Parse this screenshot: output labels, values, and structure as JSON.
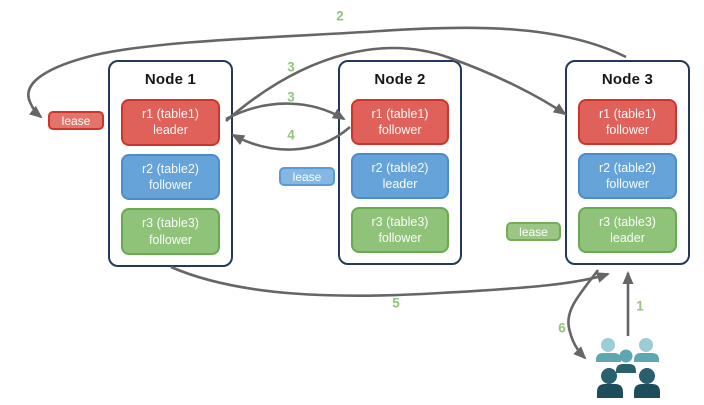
{
  "nodes": [
    {
      "title": "Node 1",
      "replicas": [
        {
          "name": "r1 (table1)",
          "role": "leader",
          "color": "red"
        },
        {
          "name": "r2 (table2)",
          "role": "follower",
          "color": "blue"
        },
        {
          "name": "r3 (table3)",
          "role": "follower",
          "color": "green"
        }
      ]
    },
    {
      "title": "Node 2",
      "replicas": [
        {
          "name": "r1 (table1)",
          "role": "follower",
          "color": "red"
        },
        {
          "name": "r2 (table2)",
          "role": "leader",
          "color": "blue"
        },
        {
          "name": "r3 (table3)",
          "role": "follower",
          "color": "green"
        }
      ]
    },
    {
      "title": "Node 3",
      "replicas": [
        {
          "name": "r1 (table1)",
          "role": "follower",
          "color": "red"
        },
        {
          "name": "r2 (table2)",
          "role": "follower",
          "color": "blue"
        },
        {
          "name": "r3 (table3)",
          "role": "leader",
          "color": "green"
        }
      ]
    }
  ],
  "leases": {
    "red": {
      "label": "lease"
    },
    "blue": {
      "label": "lease"
    },
    "green": {
      "label": "lease"
    }
  },
  "steps": {
    "s1": "1",
    "s2": "2",
    "s3a": "3",
    "s3b": "3",
    "s4": "4",
    "s5": "5",
    "s6": "6"
  },
  "icons": {
    "users": "users-group-icon"
  },
  "colors": {
    "node_border": "#24385F",
    "replica_red_fill": "#E0605A",
    "replica_red_border": "#CC352C",
    "replica_blue_fill": "#66A3D9",
    "replica_blue_border": "#4A8CCC",
    "replica_green_fill": "#8FC379",
    "replica_green_border": "#69A950",
    "lease_red_fill": "#E2746C",
    "lease_blue_fill": "#85B7E2",
    "lease_green_fill": "#9BC785",
    "arrow": "#666666",
    "step_label": "#93C47D",
    "users_light": "#9CCDD5",
    "users_mid": "#5FA6B1",
    "users_dark": "#2A5F6D",
    "users_darkest": "#1D4D5B"
  }
}
